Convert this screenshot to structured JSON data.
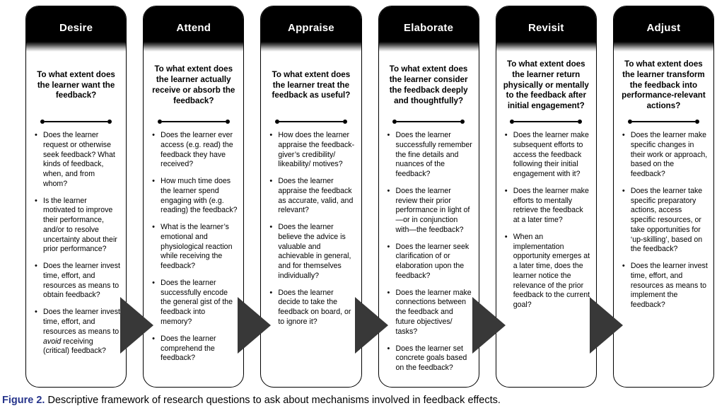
{
  "figure": {
    "caption_label": "Figure 2.",
    "caption_text": "Descriptive framework of research questions to ask about mechanisms involved in feedback effects.",
    "caption_label_color": "#26348b"
  },
  "arrows": {
    "count": 5,
    "direction": "right",
    "icon": "triangle-right",
    "color": "#383838"
  },
  "colors": {
    "header_background": "#000000",
    "header_title_text": "#ffffff",
    "column_border": "#000000",
    "body_text": "#000000"
  },
  "columns": [
    {
      "title": "Desire",
      "question": "To what extent does the learner want the feedback?",
      "bullets": [
        "Does the learner request or otherwise seek feedback? What kinds of feedback, when, and from whom?",
        "Is the learner motivated to improve their performance, and/or to resolve uncertainty about their prior performance?",
        "Does the learner invest time, effort, and resources as means to obtain feedback?",
        "Does the learner invest time, effort, and resources as means to *avoid* receiving (critical) feedback?"
      ]
    },
    {
      "title": "Attend",
      "question": "To what extent does the learner actually receive or absorb the feedback?",
      "bullets": [
        "Does the learner ever access (e.g. read) the feedback they have received?",
        "How much time does the learner spend engaging with (e.g. reading) the feedback?",
        "What is the learner’s emotional and physiological reaction while receiving the feedback?",
        "Does the learner successfully encode the general gist of the feedback into memory?",
        "Does the learner comprehend the feedback?"
      ]
    },
    {
      "title": "Appraise",
      "question": "To what extent does the learner treat the feedback as useful?",
      "bullets": [
        "How does the learner appraise the feedback-giver’s credibility/ likeability/ motives?",
        "Does the learner appraise the feedback as accurate, valid, and relevant?",
        "Does the learner believe the advice is valuable and achievable in general, and for themselves individually?",
        "Does the learner decide to take the feedback on board, or to ignore it?"
      ]
    },
    {
      "title": "Elaborate",
      "question": "To what extent does the learner consider the feedback deeply and thoughtfully?",
      "bullets": [
        "Does the learner successfully remember the fine details and nuances of the feedback?",
        "Does the learner review their prior performance in light of—or in conjunction with—the feedback?",
        "Does the learner seek clarification of or elaboration upon the feedback?",
        "Does the learner make connections between the feedback and future objectives/ tasks?",
        "Does the learner set concrete goals based on the feedback?"
      ]
    },
    {
      "title": "Revisit",
      "question": "To what extent does the learner return physically or mentally to the feedback after initial engagement?",
      "bullets": [
        "Does the learner make subsequent efforts to access the feedback following their initial engagement with it?",
        "Does the learner make efforts to mentally retrieve the feedback at a later time?",
        "When an implementation opportunity emerges at a later time, does the learner notice the relevance of the prior feedback to the current goal?"
      ]
    },
    {
      "title": "Adjust",
      "question": "To what extent does the learner transform the feedback into performance-relevant actions?",
      "bullets": [
        "Does the learner make specific changes in their work or approach, based on the feedback?",
        "Does the learner take specific preparatory actions, access specific resources, or take opportunities for ‘up-skilling’, based on the feedback?",
        "Does the learner invest time, effort, and resources as means to implement the feedback?"
      ]
    }
  ]
}
